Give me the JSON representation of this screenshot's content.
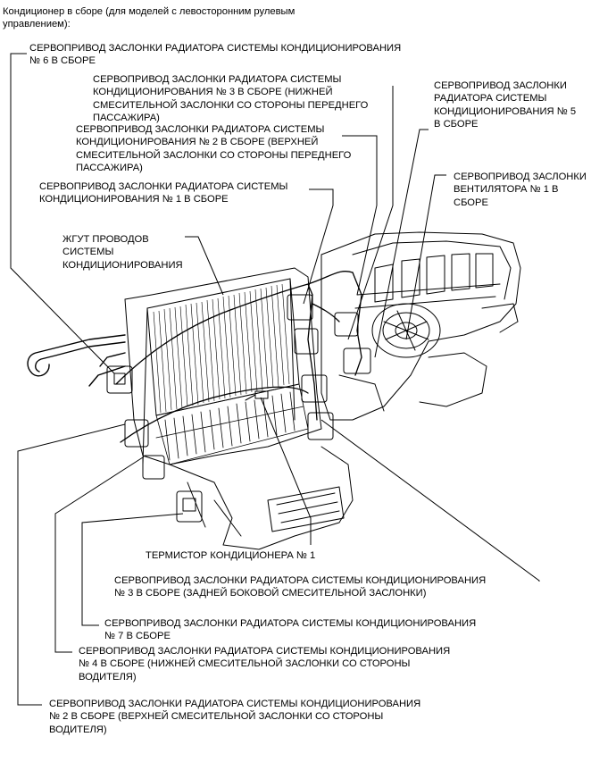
{
  "title": "Кондиционер в сборе (для моделей с левосторонним рулевым управлением):",
  "labels": {
    "servo_6": "СЕРВОПРИВОД ЗАСЛОНКИ РАДИАТОРА СИСТЕМЫ КОНДИЦИОНИРОВАНИЯ\n№ 6 В СБОРЕ",
    "servo_3_passenger": "СЕРВОПРИВОД ЗАСЛОНКИ РАДИАТОРА СИСТЕМЫ\nКОНДИЦИОНИРОВАНИЯ № 3 В СБОРЕ (НИЖНЕЙ\nСМЕСИТЕЛЬНОЙ ЗАСЛОНКИ СО СТОРОНЫ ПЕРЕДНЕГО\nПАССАЖИРА)",
    "servo_2_passenger": "СЕРВОПРИВОД ЗАСЛОНКИ РАДИАТОРА СИСТЕМЫ\nКОНДИЦИОНИРОВАНИЯ № 2 В СБОРЕ (ВЕРХНЕЙ\nСМЕСИТЕЛЬНОЙ ЗАСЛОНКИ СО СТОРОНЫ ПЕРЕДНЕГО\nПАССАЖИРА)",
    "servo_1": "СЕРВОПРИВОД ЗАСЛОНКИ РАДИАТОРА СИСТЕМЫ\nКОНДИЦИОНИРОВАНИЯ № 1 В СБОРЕ",
    "harness": "ЖГУТ ПРОВОДОВ\nСИСТЕМЫ\nКОНДИЦИОНИРОВАНИЯ",
    "servo_5": "СЕРВОПРИВОД ЗАСЛОНКИ\nРАДИАТОРА СИСТЕМЫ\nКОНДИЦИОНИРОВАНИЯ № 5\nВ СБОРЕ",
    "fan_servo_1": "СЕРВОПРИВОД ЗАСЛОНКИ\nВЕНТИЛЯТОРА № 1 В\nСБОРЕ",
    "thermistor": "ТЕРМИСТОР КОНДИЦИОНЕРА № 1",
    "servo_3_rear": "СЕРВОПРИВОД ЗАСЛОНКИ РАДИАТОРА СИСТЕМЫ КОНДИЦИОНИРОВАНИЯ\n№ 3 В СБОРЕ (ЗАДНЕЙ БОКОВОЙ СМЕСИТЕЛЬНОЙ ЗАСЛОНКИ)",
    "servo_7": "СЕРВОПРИВОД ЗАСЛОНКИ РАДИАТОРА СИСТЕМЫ КОНДИЦИОНИРОВАНИЯ\n№ 7 В СБОРЕ",
    "servo_4_driver": "СЕРВОПРИВОД ЗАСЛОНКИ РАДИАТОРА СИСТЕМЫ КОНДИЦИОНИРОВАНИЯ\n№ 4 В СБОРЕ (НИЖНЕЙ СМЕСИТЕЛЬНОЙ ЗАСЛОНКИ СО СТОРОНЫ\nВОДИТЕЛЯ)",
    "servo_2_driver": "СЕРВОПРИВОД ЗАСЛОНКИ РАДИАТОРА СИСТЕМЫ КОНДИЦИОНИРОВАНИЯ\n№ 2 В СБОРЕ (ВЕРХНЕЙ СМЕСИТЕЛЬНОЙ ЗАСЛОНКИ СО СТОРОНЫ\nВОДИТЕЛЯ)"
  }
}
